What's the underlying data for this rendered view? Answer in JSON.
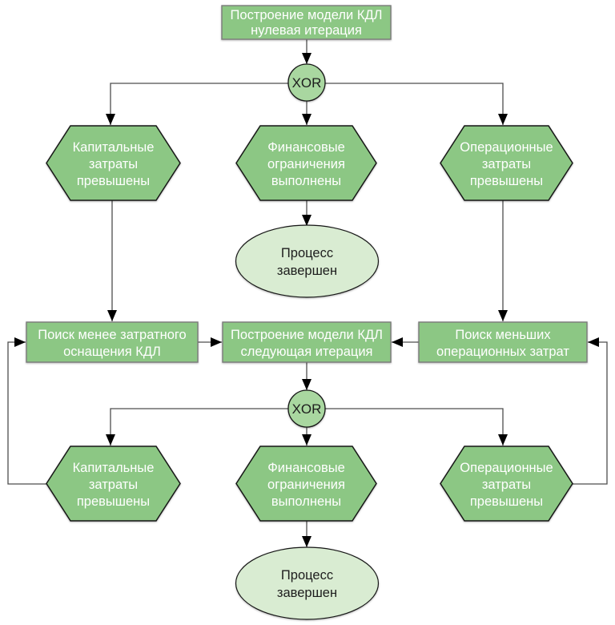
{
  "diagram": {
    "colors": {
      "node_fill": "#8cc784",
      "xor_fill": "#a9d7a0",
      "end_fill": "#d9ecd2",
      "rect_border": "#7a7a7a",
      "dark_border": "#161616",
      "line": "#4d4d4d",
      "arrow": "#000000",
      "text_light": "#ffffff",
      "text_dark": "#1d1d1d"
    },
    "nodes": {
      "start_box": {
        "lines": [
          "Построение модели КДЛ",
          "нулевая итерация"
        ]
      },
      "xor_top": {
        "label": "XOR"
      },
      "hex_capital_top": {
        "lines": [
          "Капитальные",
          "затраты",
          "превышены"
        ]
      },
      "hex_financial_top": {
        "lines": [
          "Финансовые",
          "ограничения",
          "выполнены"
        ]
      },
      "hex_operational_top": {
        "lines": [
          "Операционные",
          "затраты",
          "превышены"
        ]
      },
      "ellipse_top": {
        "lines": [
          "Процесс",
          "завершен"
        ]
      },
      "box_capex_search": {
        "lines": [
          "Поиск менее затратного",
          "оснащения КДЛ"
        ]
      },
      "box_next_iteration": {
        "lines": [
          "Построение модели КДЛ",
          "следующая итерация"
        ]
      },
      "box_opex_search": {
        "lines": [
          "Поиск меньших",
          "операционных затрат"
        ]
      },
      "xor_bottom": {
        "label": "XOR"
      },
      "hex_capital_bottom": {
        "lines": [
          "Капитальные",
          "затраты",
          "превышены"
        ]
      },
      "hex_financial_bottom": {
        "lines": [
          "Финансовые",
          "ограничения",
          "выполнены"
        ]
      },
      "hex_operational_bottom": {
        "lines": [
          "Операционные",
          "затраты",
          "превышены"
        ]
      },
      "ellipse_bottom": {
        "lines": [
          "Процесс",
          "завершен"
        ]
      }
    }
  }
}
